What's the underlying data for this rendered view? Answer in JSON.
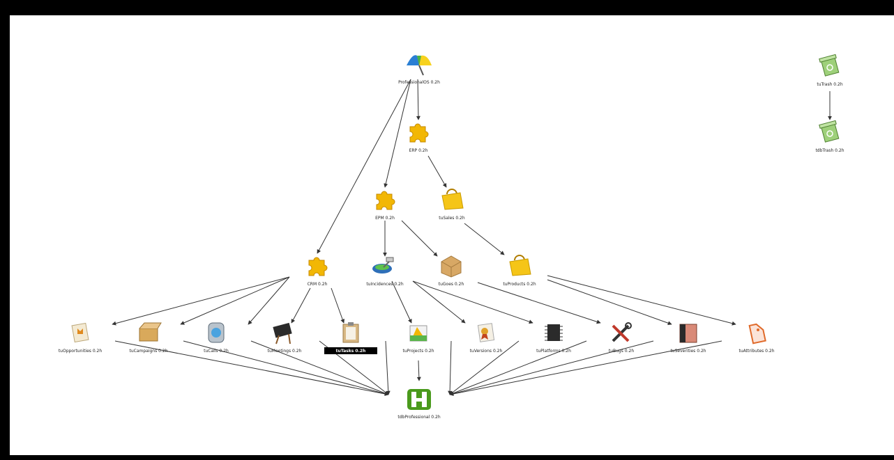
{
  "diagram": {
    "nodes": [
      {
        "id": "professional",
        "label": "ProfessionalOS 0.2h",
        "icon": "umbrella-icon"
      },
      {
        "id": "erp",
        "label": "ERP 0.2h",
        "icon": "puzzle-icon"
      },
      {
        "id": "epm",
        "label": "EPM 0.2h",
        "icon": "puzzle-icon"
      },
      {
        "id": "sales",
        "label": "tuSales 0.2h",
        "icon": "shopping-bag-icon"
      },
      {
        "id": "crm",
        "label": "CRM 0.2h",
        "icon": "puzzle-icon"
      },
      {
        "id": "incidences",
        "label": "tuIncidences 0.2h",
        "icon": "network-tool-icon"
      },
      {
        "id": "goes",
        "label": "tuGoes 0.2h",
        "icon": "package-box-icon"
      },
      {
        "id": "products",
        "label": "tuProducts 0.2h",
        "icon": "shopping-bag-icon"
      },
      {
        "id": "opportunities",
        "label": "tuOpportunities 0.2h",
        "icon": "document-icon"
      },
      {
        "id": "campaigns",
        "label": "tuCampaigns 0.2h",
        "icon": "box-icon"
      },
      {
        "id": "calls",
        "label": "tuCalls 0.2h",
        "icon": "phone-icon"
      },
      {
        "id": "meetings",
        "label": "tuMeetings 0.2h",
        "icon": "easel-icon"
      },
      {
        "id": "tasks",
        "label": "tuTasks 0.2h",
        "icon": "clipboard-icon",
        "selected": true
      },
      {
        "id": "projects",
        "label": "tuProjects 0.2h",
        "icon": "chart-icon"
      },
      {
        "id": "versions",
        "label": "tuVersions 0.2h",
        "icon": "certificate-icon"
      },
      {
        "id": "platforms",
        "label": "tuPlatforms 0.2h",
        "icon": "chip-icon"
      },
      {
        "id": "bugs",
        "label": "tuBugs 0.2h",
        "icon": "tools-icon"
      },
      {
        "id": "severities",
        "label": "tuSeverities 0.2h",
        "icon": "notebook-icon"
      },
      {
        "id": "attributes",
        "label": "tuAttributes 0.2h",
        "icon": "tag-icon"
      },
      {
        "id": "h",
        "label": "tdbProfessional 0.2h",
        "icon": "h-logo-icon"
      },
      {
        "id": "trash",
        "label": "tuTrash 0.2h",
        "icon": "trash-icon"
      },
      {
        "id": "tdbtrash",
        "label": "tdbTrash 0.2h",
        "icon": "trash-icon"
      }
    ],
    "edges": [
      [
        "professional",
        "erp"
      ],
      [
        "professional",
        "epm"
      ],
      [
        "professional",
        "crm"
      ],
      [
        "erp",
        "sales"
      ],
      [
        "sales",
        "products"
      ],
      [
        "epm",
        "incidences"
      ],
      [
        "epm",
        "goes"
      ],
      [
        "crm",
        "opportunities"
      ],
      [
        "crm",
        "campaigns"
      ],
      [
        "crm",
        "calls"
      ],
      [
        "crm",
        "meetings"
      ],
      [
        "crm",
        "tasks"
      ],
      [
        "incidences",
        "projects"
      ],
      [
        "incidences",
        "versions"
      ],
      [
        "incidences",
        "platforms"
      ],
      [
        "goes",
        "bugs"
      ],
      [
        "products",
        "severities"
      ],
      [
        "products",
        "attributes"
      ],
      [
        "opportunities",
        "h"
      ],
      [
        "campaigns",
        "h"
      ],
      [
        "calls",
        "h"
      ],
      [
        "meetings",
        "h"
      ],
      [
        "tasks",
        "h"
      ],
      [
        "projects",
        "h"
      ],
      [
        "versions",
        "h"
      ],
      [
        "platforms",
        "h"
      ],
      [
        "bugs",
        "h"
      ],
      [
        "severities",
        "h"
      ],
      [
        "attributes",
        "h"
      ],
      [
        "trash",
        "tdbtrash"
      ]
    ]
  },
  "colors": {
    "background": "#ffffff",
    "frame": "#000000",
    "edge": "#333333",
    "puzzle": "#f2b705",
    "h_logo": "#4a9a1c",
    "selected_label_bg": "#000000"
  }
}
